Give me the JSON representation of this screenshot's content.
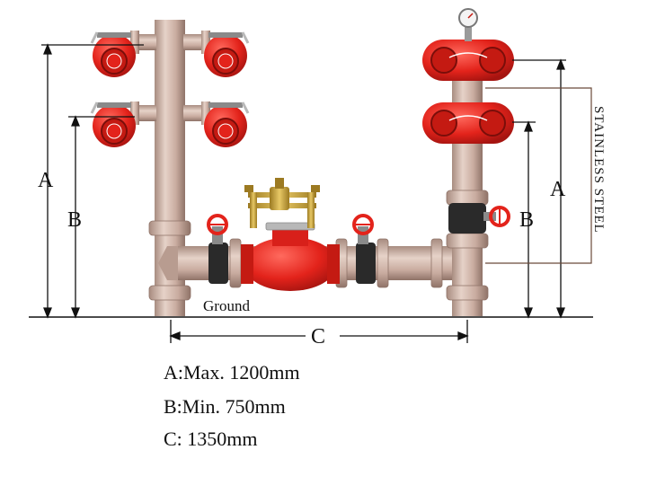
{
  "labels": {
    "a": "A",
    "b": "B",
    "c": "C",
    "ground": "Ground",
    "material": "STAINLESS STEEL"
  },
  "legend": [
    "A:Max. 1200mm",
    "B:Min. 750mm",
    "C: 1350mm"
  ],
  "colors": {
    "pipe": "#c9aca0",
    "pipe_shadow": "#9e8277",
    "valve_red": "#e3231b",
    "valve_dark_red": "#a51410",
    "coupling_black": "#2a2a2a",
    "brass": "#c8a23c",
    "line": "#111111"
  },
  "icons": [
    "pressure-gauge-icon",
    "gate-valve-handwheel-icon",
    "landing-valve-icon"
  ]
}
